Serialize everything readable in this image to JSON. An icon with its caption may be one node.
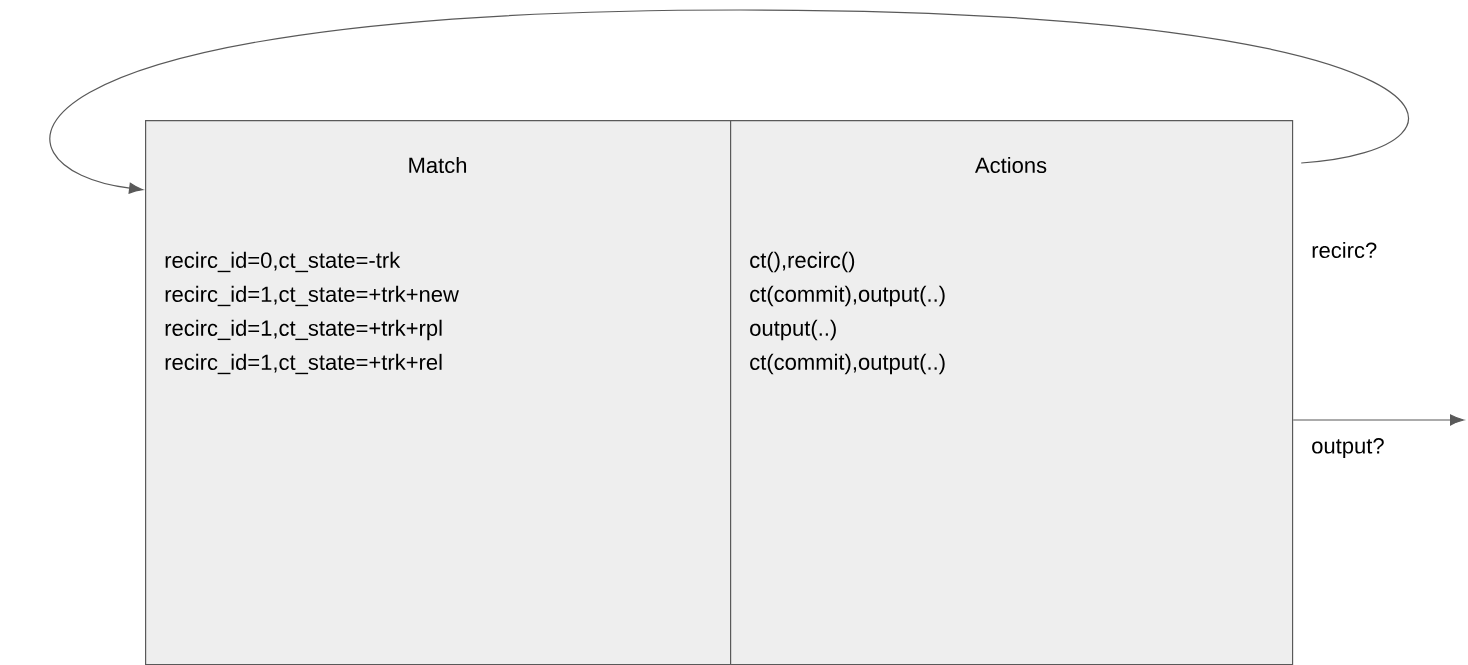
{
  "diagram": {
    "nodes": [
      {
        "text": [
          "Match",
          "recirc_id=0,ct_state=-trk",
          "recirc_id=1,ct_state=+trk+new",
          "recirc_id=1,ct_state=+trk+rpl",
          "recirc_id=1,ct_state=+trk+rel"
        ]
      },
      {
        "text": [
          "Actions",
          "ct(),recirc()",
          "ct(commit),output(..)",
          "output(..)",
          "ct(commit),output(..)"
        ]
      }
    ],
    "edges": [
      {
        "from": 1,
        "to": 0,
        "arrow": "to",
        "label": "recirc?"
      },
      {
        "from": 1,
        "to": null,
        "arrow": "to",
        "label": "output?"
      }
    ]
  }
}
